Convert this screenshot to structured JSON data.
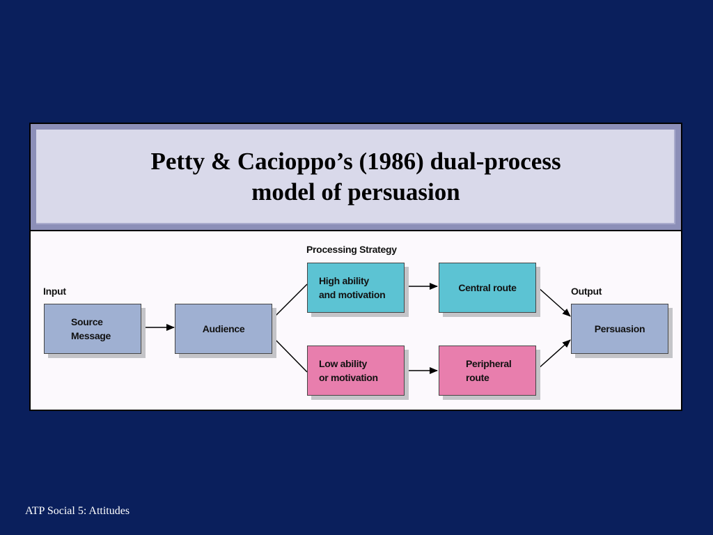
{
  "title": {
    "line1": "Petty & Cacioppo’s (1986) dual-process",
    "line2": "model of persuasion"
  },
  "diagram": {
    "labels": {
      "processing_strategy": "Processing Strategy",
      "input": "Input",
      "output": "Output"
    },
    "nodes": {
      "source_message": [
        "Source",
        "Message"
      ],
      "audience": "Audience",
      "high_ability": [
        "High ability",
        "and motivation"
      ],
      "central_route": "Central route",
      "low_ability": [
        "Low ability",
        "or motivation"
      ],
      "peripheral_route": [
        "Peripheral",
        "route"
      ],
      "persuasion": "Persuasion"
    },
    "colors": {
      "input_output": "#9fb0d2",
      "high_route": "#5cc3d3",
      "low_route": "#e87ead"
    }
  },
  "footer": "ATP Social 5: Attitudes"
}
